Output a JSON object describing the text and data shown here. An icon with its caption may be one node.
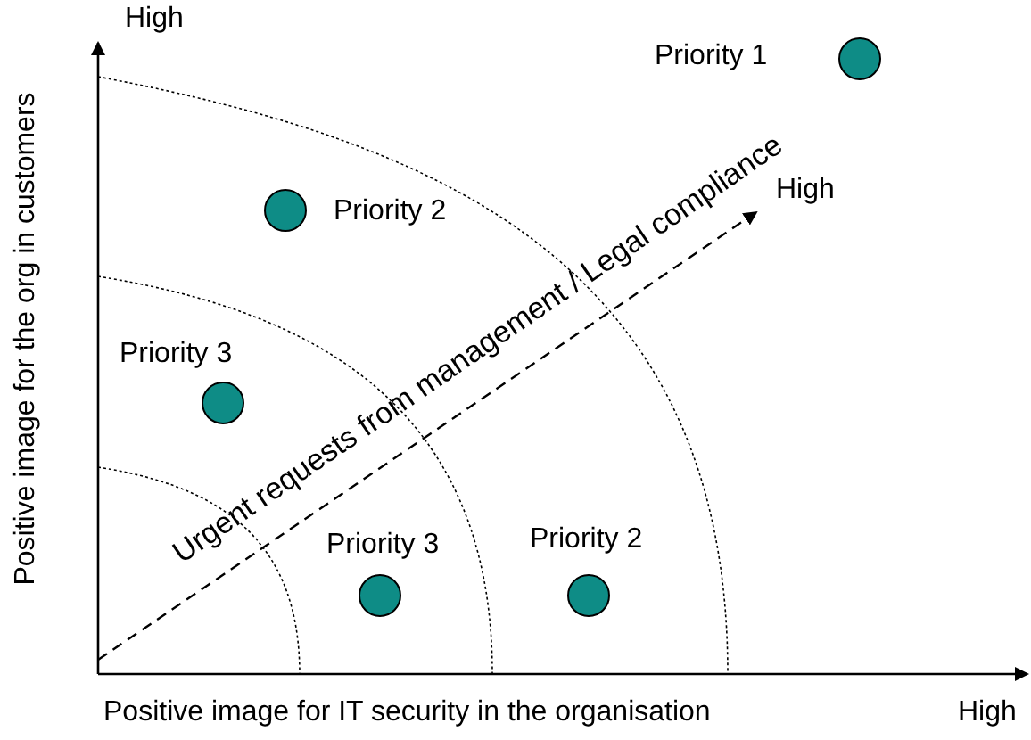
{
  "diagram": {
    "nodes": [
      {
        "text": [],
        "shape": "circle",
        "beside": [
          "Priority 1"
        ]
      },
      {
        "text": [],
        "shape": "circle",
        "beside": [
          "Priority 2"
        ]
      },
      {
        "text": [],
        "shape": "circle",
        "beside": [
          "Priority 3"
        ]
      },
      {
        "text": [],
        "shape": "circle",
        "beside": [
          "Priority 3"
        ]
      },
      {
        "text": [],
        "shape": "circle",
        "beside": [
          "Priority 2"
        ]
      }
    ],
    "edges": [],
    "labels": [
      "High",
      "Positive image for the org in customers",
      "Urgent requests from management / Legal compliance",
      "High",
      "Positive image for IT security in the organisation",
      "High"
    ]
  }
}
